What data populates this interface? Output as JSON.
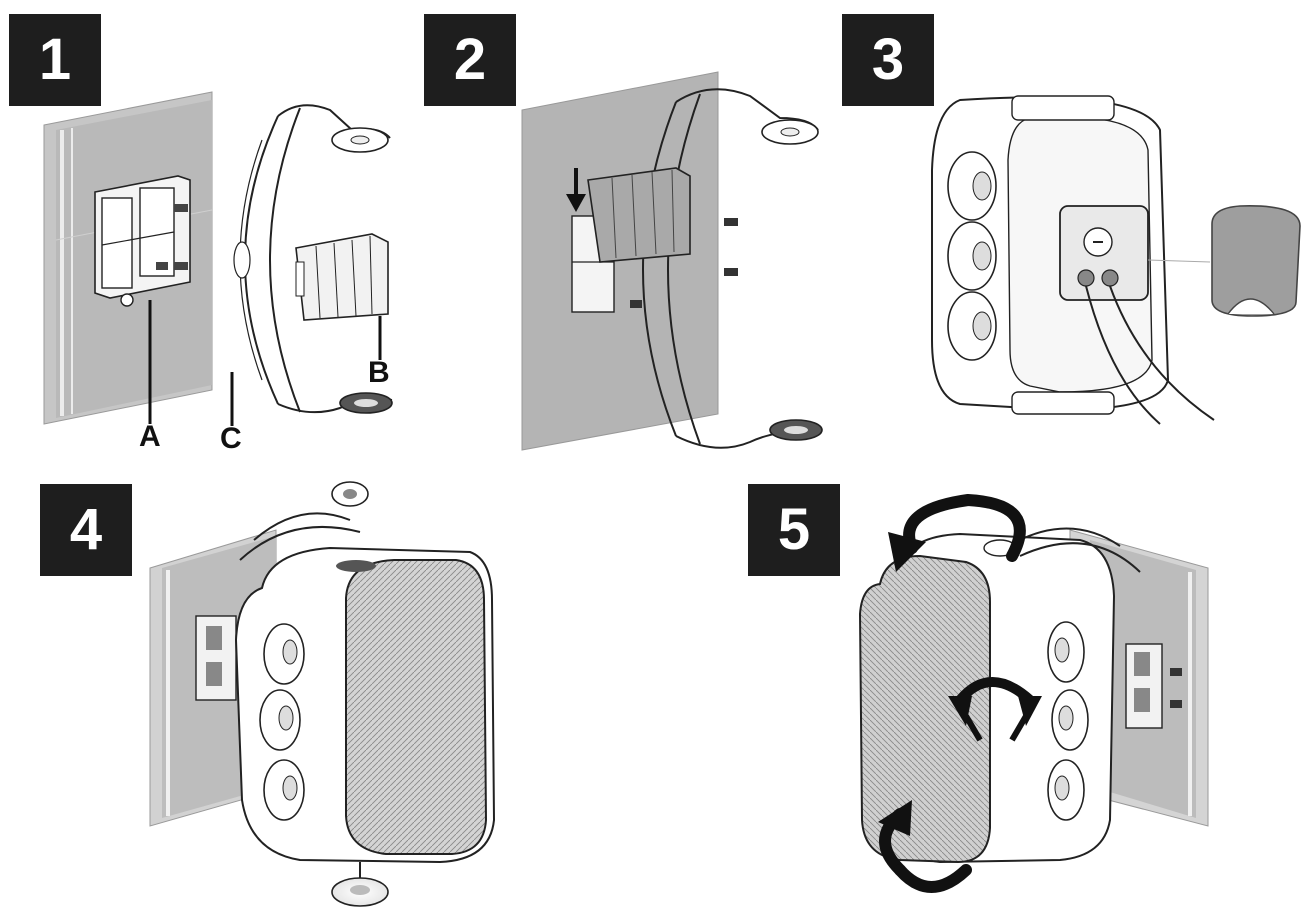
{
  "steps": [
    {
      "number": "1",
      "parts": [
        "A",
        "B",
        "C"
      ]
    },
    {
      "number": "2"
    },
    {
      "number": "3"
    },
    {
      "number": "4"
    },
    {
      "number": "5"
    }
  ],
  "colors": {
    "badge": "#1e1e1e",
    "badge_text": "#ffffff",
    "wall": "#b4b4b4",
    "wall_edge": "#9a9a9a",
    "line": "#222222",
    "grille": "#cfcfcf",
    "clip": "#a9a9a9",
    "arrow": "#111111"
  },
  "icons": [
    "wall-plate-icon",
    "bracket-icon",
    "clip-icon",
    "screw-icon",
    "speaker-icon",
    "cover-icon",
    "rotation-arrow-icon",
    "down-arrow-icon"
  ]
}
